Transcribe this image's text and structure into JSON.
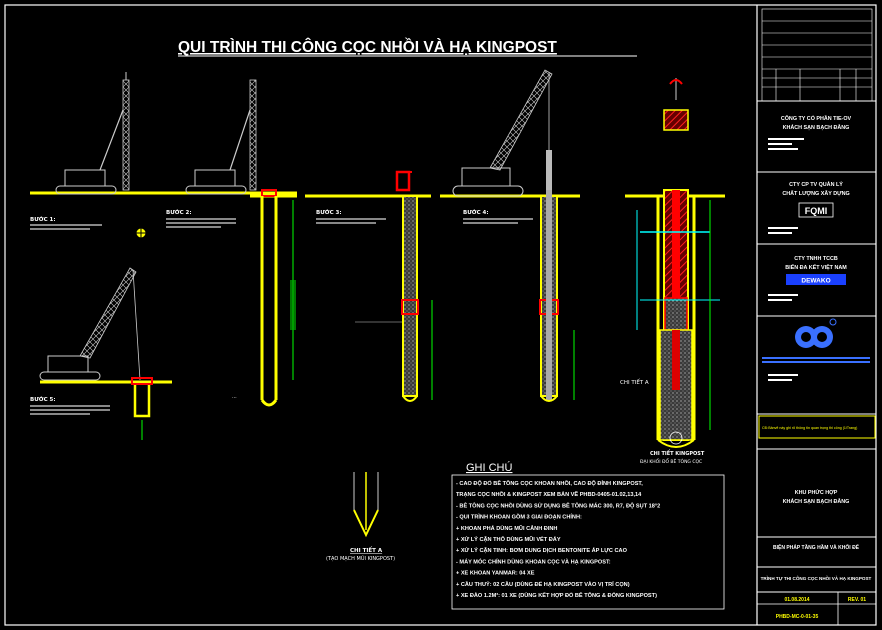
{
  "drawing": {
    "title": "QUI TRÌNH THI CÔNG CỌC NHỒI VÀ HẠ KINGPOST",
    "step_labels": [
      "BƯỚC 1:",
      "BƯỚC 2:",
      "BƯỚC 3:",
      "BƯỚC 4:",
      "BƯỚC 5:"
    ],
    "detail_a_callout": "CHI TIẾT A",
    "detail_a_title": "CHI TIẾT A",
    "detail_a_subtitle": "(TẠO MẠCH MŨI KINGPOST)",
    "kingpost_detail_title": "CHI TIẾT KINGPOST",
    "kingpost_detail_subtitle": "ĐẠI KHỐI ĐỔ BÊ TÔNG CỌC",
    "notes_title": "GHI CHÚ",
    "notes": [
      "- CAO ĐỘ ĐỔ BÊ TÔNG CỌC KHOAN NHỒI, CAO ĐỘ ĐỈNH KINGPOST,",
      "  TRẠNG CỌC NHỒI & KINGPOST XEM BẢN VẼ PHBD-0405-01.02,13,14",
      "- BÊ TÔNG CỌC NHỒI DÙNG SỬ DỤNG BÊ TÔNG MÁC 300, R7, ĐỘ SỤT 18°2",
      "- QUI TRÌNH KHOAN GỒM 3 GIAI ĐOẠN CHÍNH:",
      "     + KHOAN PHÁ DÙNG MŨI CẮNH ĐINH",
      "     + XỬ LÝ CẶN THÔ DÙNG MŨI VÉT ĐÁY",
      "     + XỬ LÝ CẶN TINH: BƠM DUNG DỊCH BENTONITE ÁP LỰC CAO",
      "- MÁY MÓC CHÍNH DÙNG KHOAN CỌC VÀ HẠ KINGPOST:",
      "     + XE KHOAN YANMAR: 04 XE",
      "     + CẦU THUỶ: 02 CẦU (DÙNG ĐỂ HẠ KINGPOST VÀO VỊ TRÍ CỌN)",
      "     + XE ĐÀO 1.2M³: 01 XE (DÙNG KẾT HỢP ĐỔ BÊ TÔNG & ĐÓNG KINGPOST)"
    ]
  },
  "title_block": {
    "company1": [
      "CÔNG TY CỔ PHẦN TIE-OV",
      "KHÁCH SẠN BẠCH ĐẰNG"
    ],
    "company2": [
      "CTY CP TV QUẢN LÝ",
      "CHẤT LƯỢNG XÂY DỰNG"
    ],
    "company2_logo": "FQMI",
    "company3": [
      "CTY TNHH TCCB",
      "BIẾN ĐA KẾT VIỆT NAM"
    ],
    "company3_badge": "DEWAKO",
    "revision_note": "CĐ:Bảnvẽ này ghi rõ thông tin quan trọng thi công (1/Trang)",
    "project": [
      "KHU PHỨC HỢP",
      "KHÁCH SẠN BẠCH ĐẰNG"
    ],
    "category": "BIỆN PHÁP TẦNG HẦM VÀ KHỐI ĐẾ",
    "sheet_title": "TRÌNH TỰ THI CÔNG CỌC NHỒI VÀ HẠ KINGPOST",
    "date": "01.08.2014",
    "revision": "REV. 01",
    "drawing_number": "PHBD-MC-0-01-35"
  },
  "colors": {
    "background": "#000000",
    "title": "#ffffff",
    "frame": "#ffffff",
    "soil": "#ffff00",
    "steel_casing": "#ff0000",
    "guide": "#00ffff",
    "concrete": "#a0a0a0",
    "crane": "#c8c8c8",
    "highlight": "#2060ff"
  }
}
